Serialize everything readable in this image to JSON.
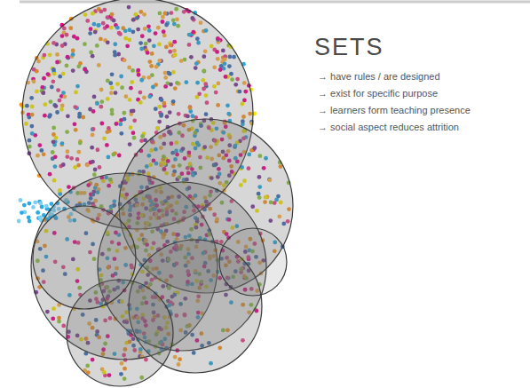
{
  "diagram": {
    "title": "SETS",
    "labels": [
      "→ have rules / are designed",
      "→ exist for specific purpose",
      "→ learners form teaching presence",
      "→ social aspect reduces attrition"
    ]
  }
}
